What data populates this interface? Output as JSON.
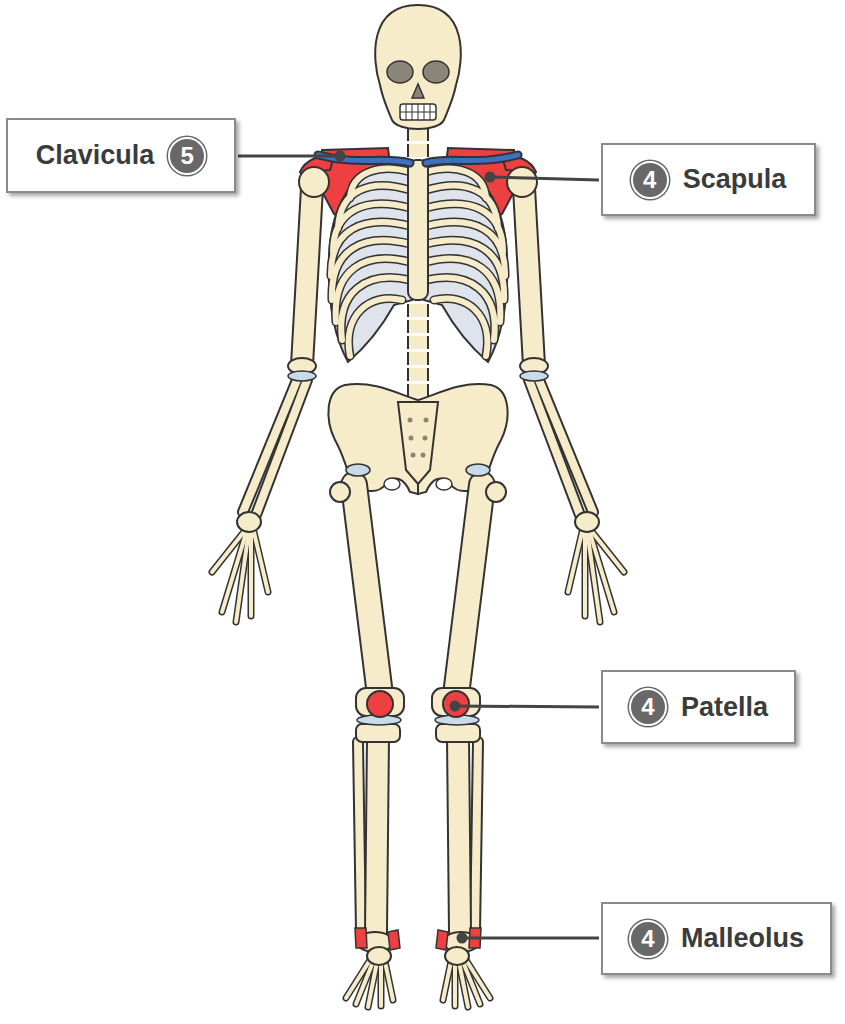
{
  "diagram": {
    "nodes": [
      {
        "text": [
          "Clavicula"
        ]
      },
      {
        "text": [
          "5"
        ],
        "in": 0
      },
      {
        "text": [
          "Scapula"
        ]
      },
      {
        "text": [
          "4"
        ],
        "in": 2
      },
      {
        "text": [
          "Patella"
        ]
      },
      {
        "text": [
          "4"
        ],
        "in": 4
      },
      {
        "text": [
          "Malleolus"
        ]
      },
      {
        "text": [
          "4"
        ],
        "in": 6
      }
    ]
  }
}
